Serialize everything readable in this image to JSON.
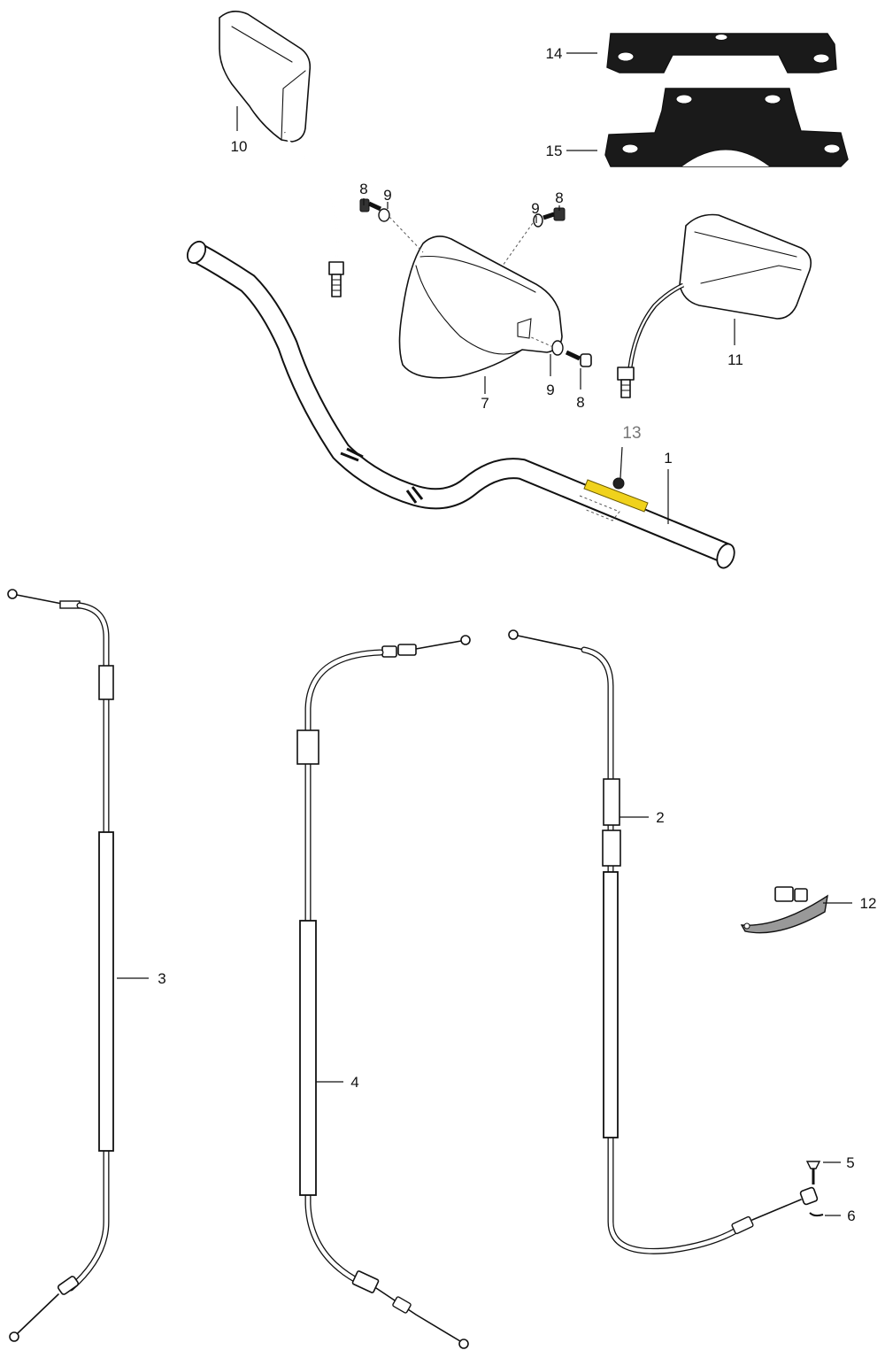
{
  "diagram": {
    "callouts": [
      {
        "id": "c1",
        "label": "1"
      },
      {
        "id": "c2",
        "label": "2"
      },
      {
        "id": "c3",
        "label": "3"
      },
      {
        "id": "c4",
        "label": "4"
      },
      {
        "id": "c5",
        "label": "5"
      },
      {
        "id": "c6",
        "label": "6"
      },
      {
        "id": "c7",
        "label": "7"
      },
      {
        "id": "c8a",
        "label": "8"
      },
      {
        "id": "c8b",
        "label": "8"
      },
      {
        "id": "c8c",
        "label": "8"
      },
      {
        "id": "c9a",
        "label": "9"
      },
      {
        "id": "c9b",
        "label": "9"
      },
      {
        "id": "c9c",
        "label": "9"
      },
      {
        "id": "c10",
        "label": "10"
      },
      {
        "id": "c11",
        "label": "11"
      },
      {
        "id": "c12",
        "label": "12"
      },
      {
        "id": "c13",
        "label": "13"
      },
      {
        "id": "c14",
        "label": "14"
      },
      {
        "id": "c15",
        "label": "15"
      }
    ],
    "highlight_color": "#f0d21c"
  }
}
